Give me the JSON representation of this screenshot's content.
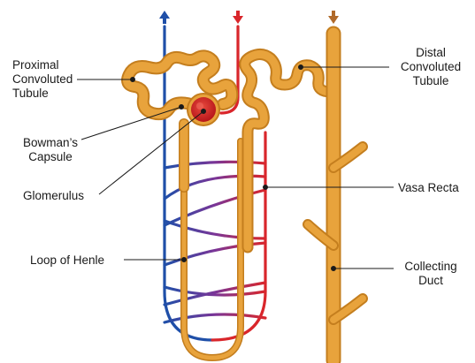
{
  "labels": {
    "proximal": "Proximal\nConvoluted\nTubule",
    "bowman": "Bowman’s\nCapsule",
    "glomerulus": "Glomerulus",
    "loop": "Loop of Henle",
    "distal": "Distal\nConvoluted\nTubule",
    "vasa": "Vasa Recta",
    "collecting": "Collecting\nDuct"
  },
  "colors": {
    "tubule": "#E8A33C",
    "tubule_outline": "#C47E1E",
    "artery": "#D9262B",
    "vein": "#1F4FA8",
    "capillary": "#8A3A8C",
    "glomerulus": "#D8261F",
    "arrow_brown": "#B06A2A"
  }
}
